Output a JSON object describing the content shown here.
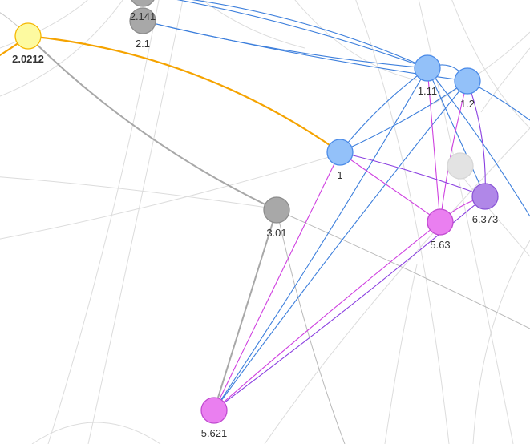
{
  "colors": {
    "yellow_fill": "#fdfaa0",
    "yellow_stroke": "#f5b700",
    "gray_fill": "#a8a8a8",
    "gray_stroke": "#8c8c8c",
    "blue_fill": "#93c1f9",
    "blue_stroke": "#4a8ae8",
    "magenta_fill": "#ea7ff0",
    "magenta_stroke": "#c04ad0",
    "purple_fill": "#b087e8",
    "purple_stroke": "#8a55d6",
    "faded_fill": "#e3e3e3",
    "orange_edge": "#f5a300",
    "gray_edge": "#a8a8a8",
    "background_edge": "#dcdcdc",
    "blue_edge": "#3d7fdc",
    "magenta_edge": "#cf40e0",
    "purple_edge": "#8a3fe0"
  },
  "nodes": [
    {
      "id": "2.0212",
      "label": "2.0212",
      "kind": "highlight"
    },
    {
      "id": "2.141",
      "label": "2.141",
      "kind": "gray"
    },
    {
      "id": "2.1",
      "label": "2.1",
      "kind": "gray"
    },
    {
      "id": "1.11",
      "label": "1.11",
      "kind": "blue"
    },
    {
      "id": "1.2",
      "label": "1.2",
      "kind": "blue"
    },
    {
      "id": "1",
      "label": "1",
      "kind": "blue"
    },
    {
      "id": "faded",
      "label": "",
      "kind": "faded"
    },
    {
      "id": "6.373",
      "label": "6.373",
      "kind": "purple"
    },
    {
      "id": "5.63",
      "label": "5.63",
      "kind": "magenta"
    },
    {
      "id": "3.01",
      "label": "3.01",
      "kind": "gray"
    },
    {
      "id": "5.621",
      "label": "5.621",
      "kind": "magenta"
    }
  ],
  "edges": [
    {
      "from": "2.0212",
      "to": "1",
      "kind": "orange"
    },
    {
      "from": "2.0212",
      "to": "3.01",
      "kind": "gray"
    },
    {
      "from": "2.1",
      "to": "1.11",
      "kind": "blue"
    },
    {
      "from": "2.141",
      "to": "1.11",
      "kind": "blue"
    },
    {
      "from": "2.1",
      "to": "1.2",
      "kind": "blue"
    },
    {
      "from": "1.11",
      "to": "1.2",
      "kind": "blue"
    },
    {
      "from": "1",
      "to": "1.11",
      "kind": "blue"
    },
    {
      "from": "1",
      "to": "1.2",
      "kind": "blue"
    },
    {
      "from": "1.11",
      "to": "6.373",
      "kind": "blue"
    },
    {
      "from": "1.11",
      "to": "5.621",
      "kind": "blue"
    },
    {
      "from": "1.2",
      "to": "5.621",
      "kind": "blue"
    },
    {
      "from": "1.11",
      "to": "5.63",
      "kind": "magenta"
    },
    {
      "from": "1.2",
      "to": "5.63",
      "kind": "magenta"
    },
    {
      "from": "1",
      "to": "5.63",
      "kind": "magenta"
    },
    {
      "from": "1",
      "to": "5.621",
      "kind": "magenta"
    },
    {
      "from": "5.63",
      "to": "5.621",
      "kind": "magenta"
    },
    {
      "from": "6.373",
      "to": "5.63",
      "kind": "magenta"
    },
    {
      "from": "1",
      "to": "6.373",
      "kind": "purple"
    },
    {
      "from": "1.2",
      "to": "6.373",
      "kind": "purple"
    },
    {
      "from": "6.373",
      "to": "5.621",
      "kind": "purple"
    },
    {
      "from": "3.01",
      "to": "5.621",
      "kind": "gray"
    }
  ]
}
